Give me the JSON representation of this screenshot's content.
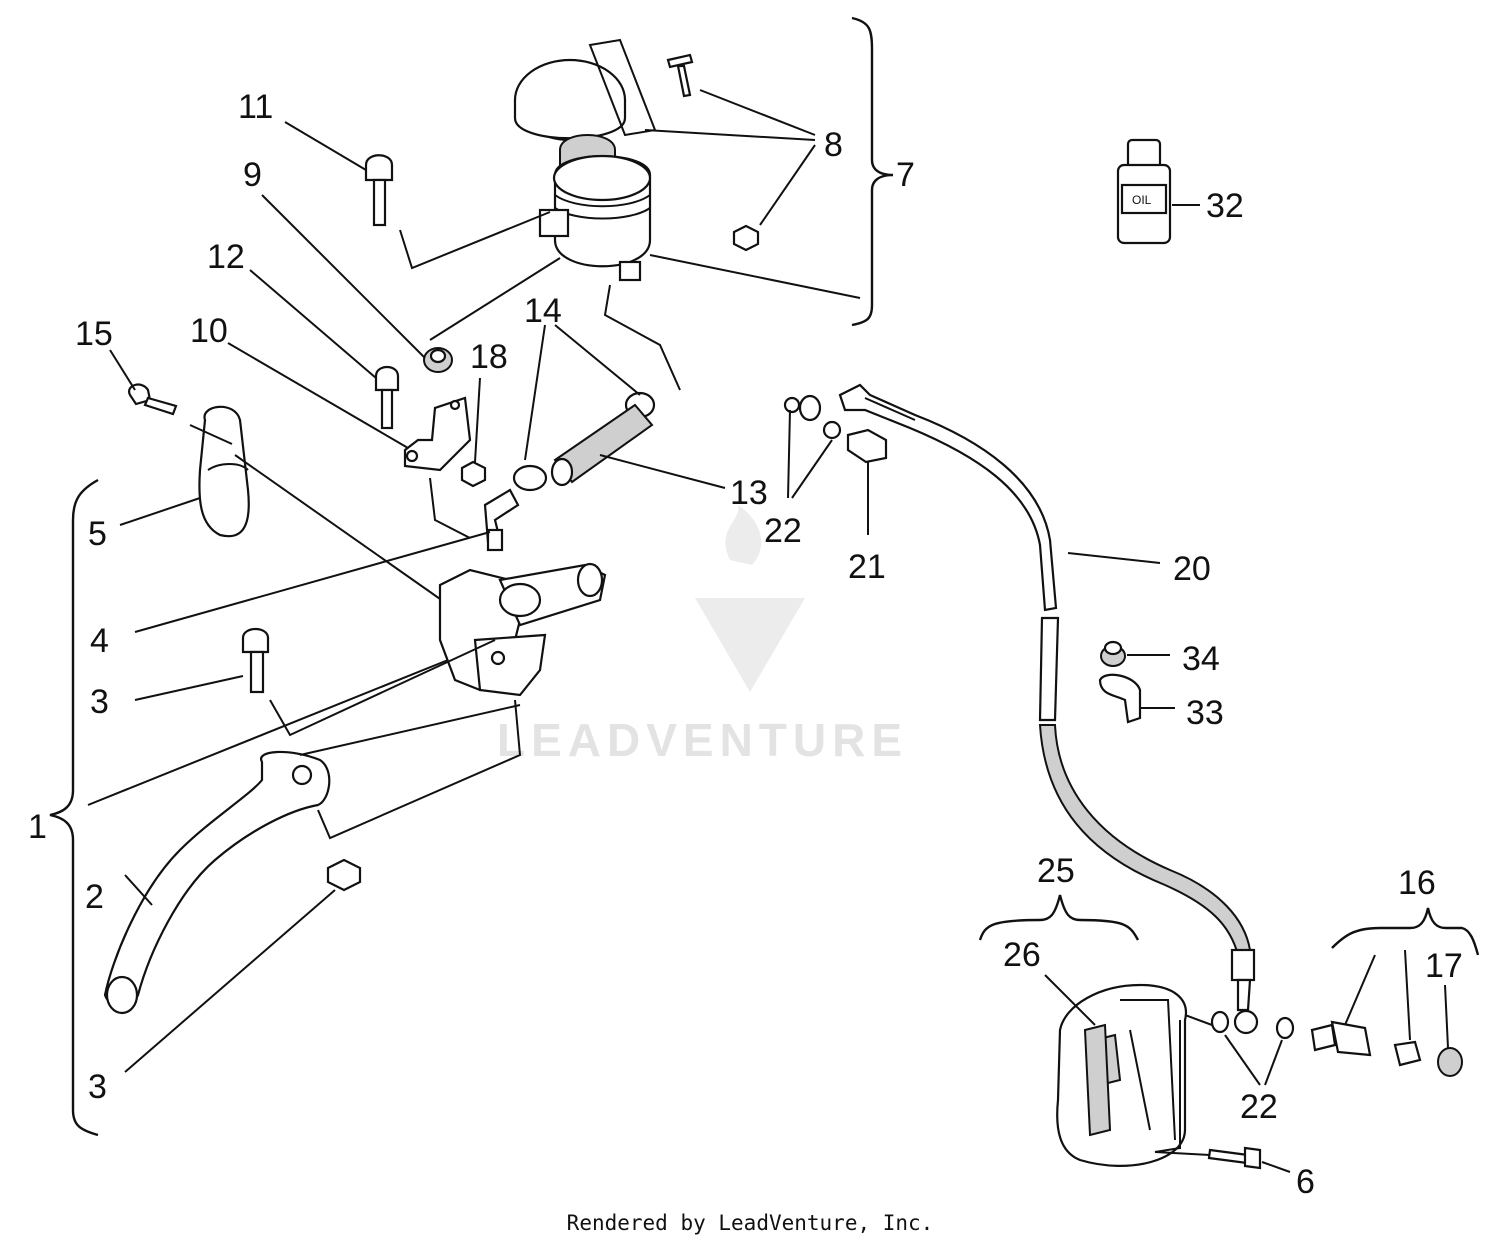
{
  "diagram": {
    "callouts": {
      "c1": "1",
      "c2": "2",
      "c3a": "3",
      "c3b": "3",
      "c4": "4",
      "c5": "5",
      "c6": "6",
      "c7": "7",
      "c8": "8",
      "c9": "9",
      "c10": "10",
      "c11": "11",
      "c12": "12",
      "c13": "13",
      "c14": "14",
      "c15": "15",
      "c16": "16",
      "c17": "17",
      "c18": "18",
      "c20": "20",
      "c21": "21",
      "c22a": "22",
      "c22b": "22",
      "c25": "25",
      "c26": "26",
      "c32": "32",
      "c33": "33",
      "c34": "34"
    },
    "bottle_label": "OIL",
    "watermark": "LEADVENTURE",
    "footer": "Rendered by LeadVenture, Inc."
  }
}
